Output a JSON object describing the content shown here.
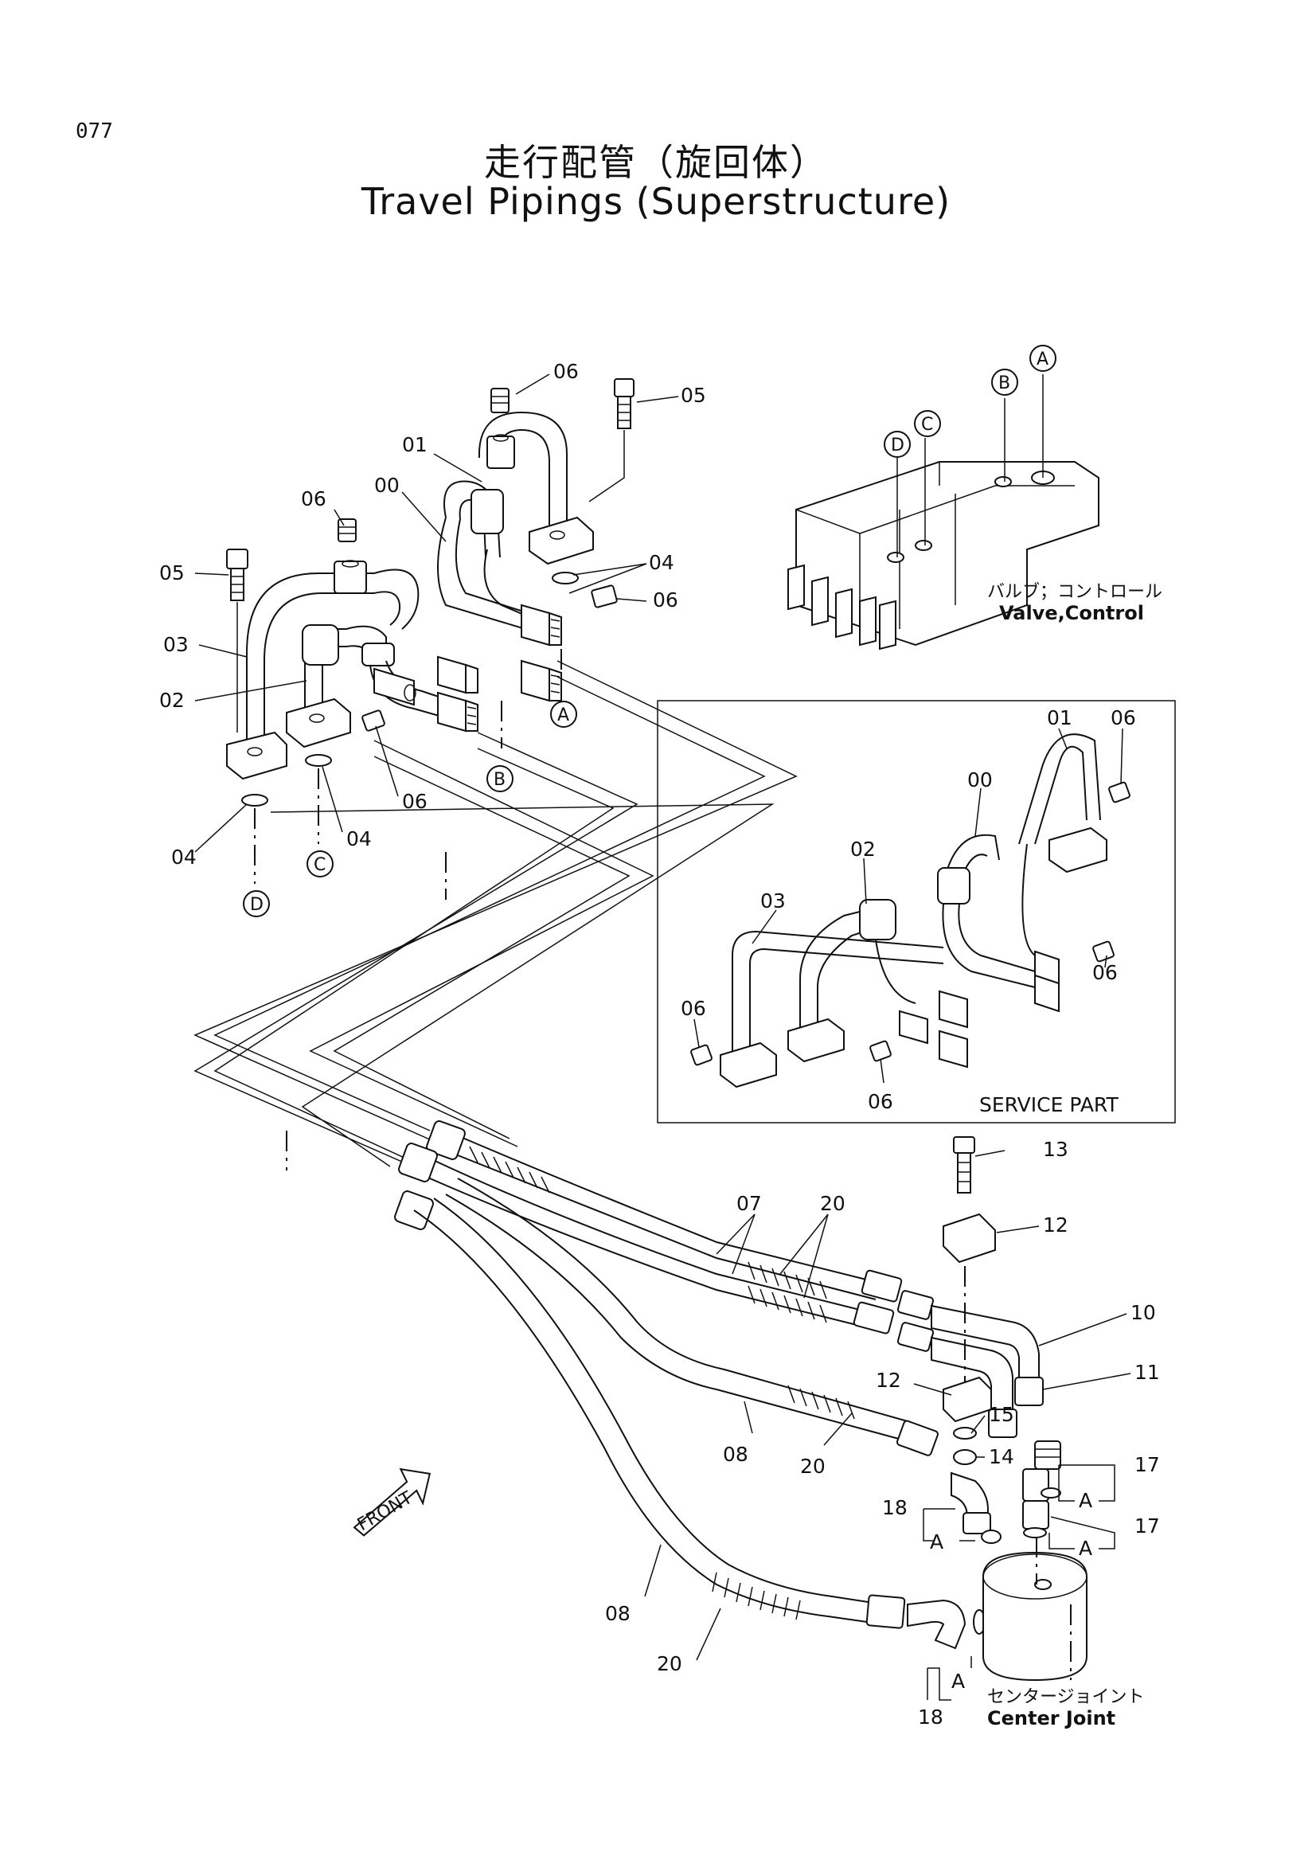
{
  "page_number": "077",
  "title_jp": "走行配管（旋回体）",
  "title_en": "Travel Pipings (Superstructure)",
  "valve_caption_jp": "バルブ；コントロール",
  "valve_caption_en": "Valve,Control",
  "center_joint_caption_jp": "センタージョイント",
  "center_joint_caption_en": "Center Joint",
  "service_part_label": "SERVICE PART",
  "front_label": "FRONT",
  "port_tags": {
    "a": "A",
    "b": "B",
    "c": "C",
    "d": "D"
  },
  "part_labels": {
    "p00": "00",
    "p01": "01",
    "p02": "02",
    "p03": "03",
    "p04": "04",
    "p05": "05",
    "p06": "06",
    "p07": "07",
    "p08": "08",
    "p10": "10",
    "p11": "11",
    "p12": "12",
    "p13": "13",
    "p14": "14",
    "p15": "15",
    "p17": "17",
    "p18": "18",
    "p20": "20"
  }
}
